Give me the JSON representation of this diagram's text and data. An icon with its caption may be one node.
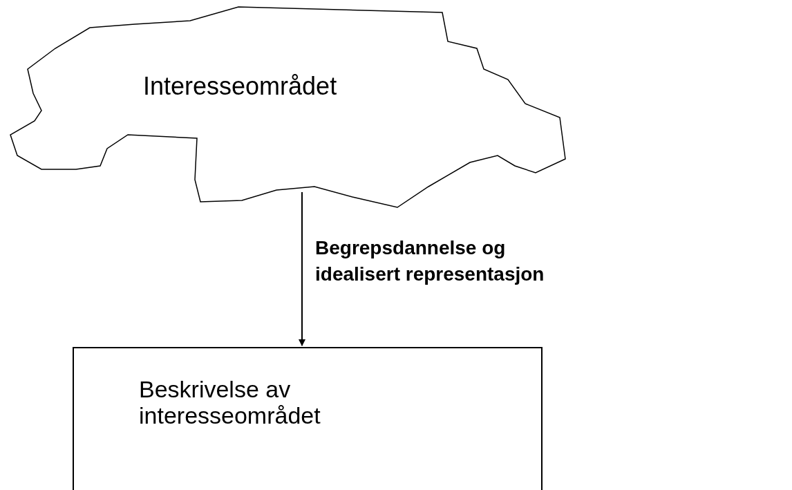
{
  "diagram": {
    "nodes": [
      {
        "text": [
          "Interesseområdet"
        ]
      },
      {
        "text": [
          "Beskrivelse av interesseområdet"
        ]
      }
    ],
    "edges": [
      {
        "from": 0,
        "to": 1,
        "arrow": "to",
        "label": "Begrepsdannelse og idealisert representasjon"
      }
    ]
  }
}
